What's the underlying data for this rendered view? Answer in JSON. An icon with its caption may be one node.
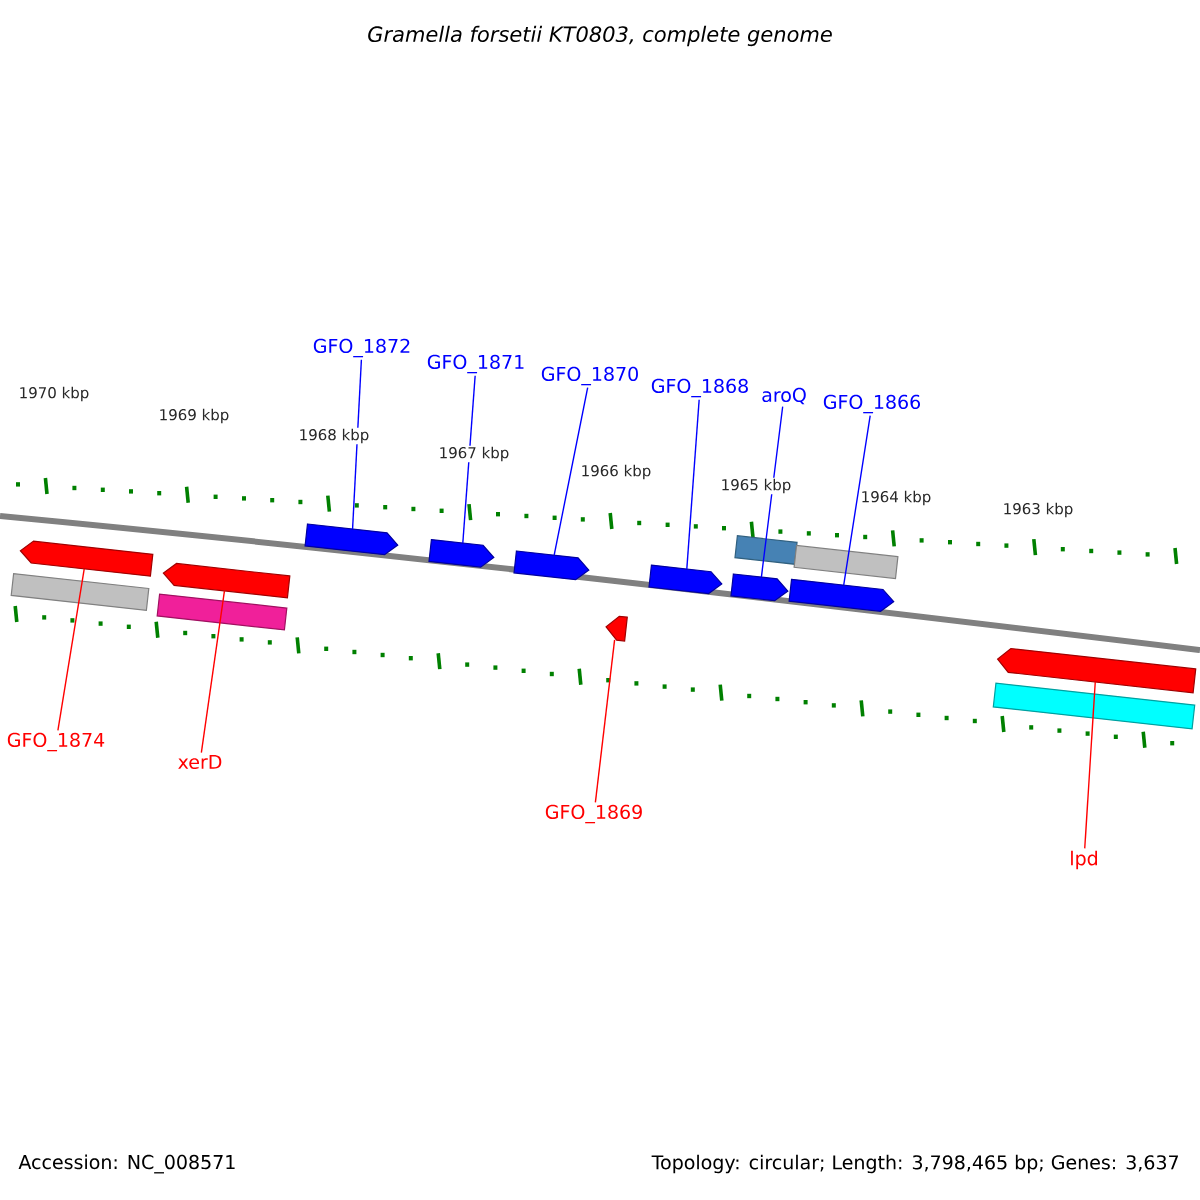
{
  "diagram": {
    "title": "Gramella forsetii KT0803, complete genome",
    "nodes": [
      {
        "text": [
          "GFO_1872"
        ]
      },
      {
        "text": [
          "GFO_1871"
        ]
      },
      {
        "text": [
          "GFO_1870"
        ]
      },
      {
        "text": [
          "GFO_1868"
        ]
      },
      {
        "text": [
          "aroQ"
        ]
      },
      {
        "text": [
          "GFO_1866"
        ]
      },
      {
        "text": [],
        "shape": "arrow"
      },
      {
        "text": [],
        "shape": "arrow"
      },
      {
        "text": [],
        "shape": "arrow"
      },
      {
        "text": [],
        "shape": "arrow"
      },
      {
        "text": [],
        "shape": "arrow"
      },
      {
        "text": [],
        "shape": "arrow"
      },
      {
        "text": [],
        "shape": "bar"
      },
      {
        "text": [],
        "shape": "bar"
      },
      {
        "text": [],
        "shape": "arrow"
      },
      {
        "text": [],
        "shape": "bar"
      },
      {
        "text": [],
        "shape": "arrow"
      },
      {
        "text": [],
        "shape": "bar"
      },
      {
        "text": [],
        "shape": "arrow"
      },
      {
        "text": [],
        "shape": "arrow"
      },
      {
        "text": [],
        "shape": "bar"
      },
      {
        "text": [
          "GFO_1874"
        ]
      },
      {
        "text": [
          "xerD"
        ]
      },
      {
        "text": [
          "GFO_1869"
        ]
      },
      {
        "text": [
          "lpd"
        ]
      }
    ],
    "edges": [
      {
        "from": 0,
        "to": 6,
        "arrow": "none"
      },
      {
        "from": 1,
        "to": 7,
        "arrow": "none"
      },
      {
        "from": 2,
        "to": 8,
        "arrow": "none"
      },
      {
        "from": 3,
        "to": 9,
        "arrow": "none"
      },
      {
        "from": 4,
        "to": 10,
        "arrow": "none"
      },
      {
        "from": 5,
        "to": 11,
        "arrow": "none"
      },
      {
        "from": 21,
        "to": 14,
        "arrow": "none",
        "color": "#ff0000"
      },
      {
        "from": 22,
        "to": 16,
        "arrow": "none",
        "color": "#ff0000"
      },
      {
        "from": 23,
        "to": 18,
        "arrow": "none",
        "color": "#ff0000"
      },
      {
        "from": 24,
        "to": 19,
        "arrow": "none",
        "color": "#ff0000"
      }
    ],
    "labels": [
      "1970 kbp",
      "1969 kbp",
      "1968 kbp",
      "1967 kbp",
      "1966 kbp",
      "1965 kbp",
      "1964 kbp",
      "1963 kbp",
      "Accession: NC_008571",
      "Topology: circular; Length: 3,798,465 bp; Genes: 3,637"
    ]
  }
}
